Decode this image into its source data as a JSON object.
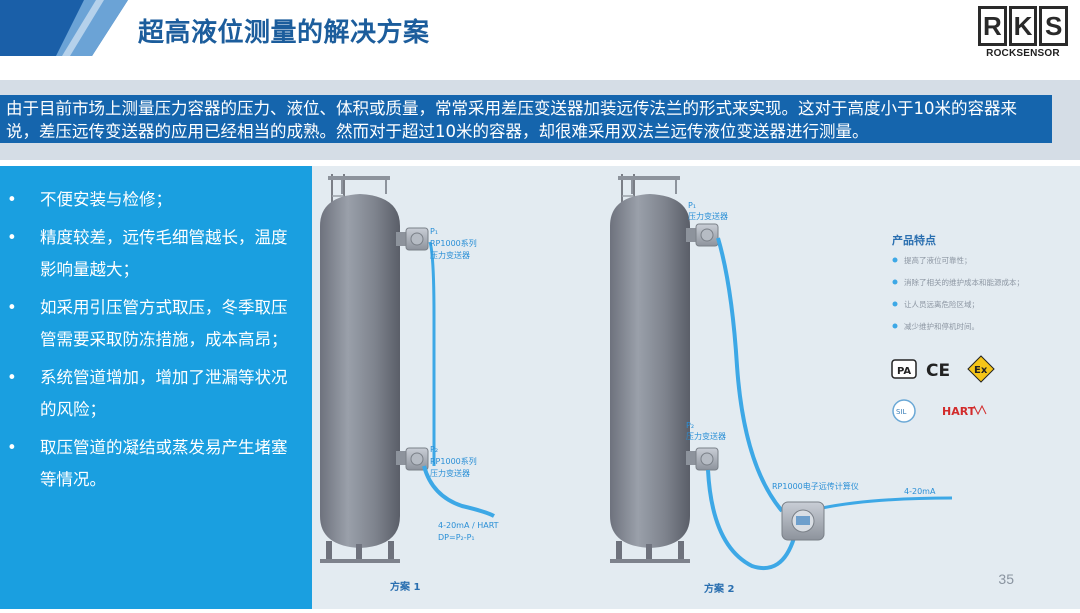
{
  "header": {
    "title": "超高液位测量的解决方案",
    "logo": {
      "letters": [
        "R",
        "K",
        "S"
      ],
      "subtext": "ROCKSENSOR"
    }
  },
  "intro": {
    "text": "由于目前市场上测量压力容器的压力、液位、体积或质量，常常采用差压变送器加装远传法兰的形式来实现。这对于高度小于10米的容器来说，差压远传变送器的应用已经相当的成熟。然而对于超过10米的容器，却很难采用双法兰远传液位变送器进行测量。"
  },
  "bullets": [
    {
      "dot": "•",
      "text": "不便安装与检修；"
    },
    {
      "dot": "•",
      "text": "精度较差，远传毛细管越长，温度影响量越大；"
    },
    {
      "dot": "•",
      "text": "如采用引压管方式取压，冬季取压管需要采取防冻措施，成本高昂；"
    },
    {
      "dot": "•",
      "text": "系统管道增加，增加了泄漏等状况的风险；"
    },
    {
      "dot": "•",
      "text": "取压管道的凝结或蒸发易产生堵塞等情况。"
    }
  ],
  "diagram": {
    "scheme1": {
      "label": "方案 1",
      "top_p": "P₁",
      "top_model": "RP1000系列",
      "top_type": "压力变送器",
      "bot_p": "P₂",
      "bot_model": "RP1000系列",
      "bot_type": "压力变送器",
      "signal": "4-20mA / HART",
      "formula": "DP=P₂-P₁"
    },
    "scheme2": {
      "label": "方案 2",
      "top_p": "P₁",
      "top_type": "压力变送器",
      "bot_p": "P₂",
      "bot_type": "压力变送器",
      "calc": "RP1000电子远传计算仪",
      "signal": "4-20mA"
    },
    "features": {
      "title": "产品特点",
      "items": [
        "提高了液位可靠性；",
        "消除了相关的维护成本和能源成本；",
        "让人员远离危险区域；",
        "减少维护和停机时间。"
      ]
    },
    "certs": {
      "pa": "PA",
      "ce": "CE",
      "ex": "Ex",
      "sil": "SIL",
      "hart": "HART"
    }
  },
  "page_number": "35",
  "colors": {
    "title": "#1c5d9c",
    "intro_bg": "#1565ad",
    "left_bg": "#1a9fe0",
    "diagram_bg": "#e3ebf1"
  }
}
